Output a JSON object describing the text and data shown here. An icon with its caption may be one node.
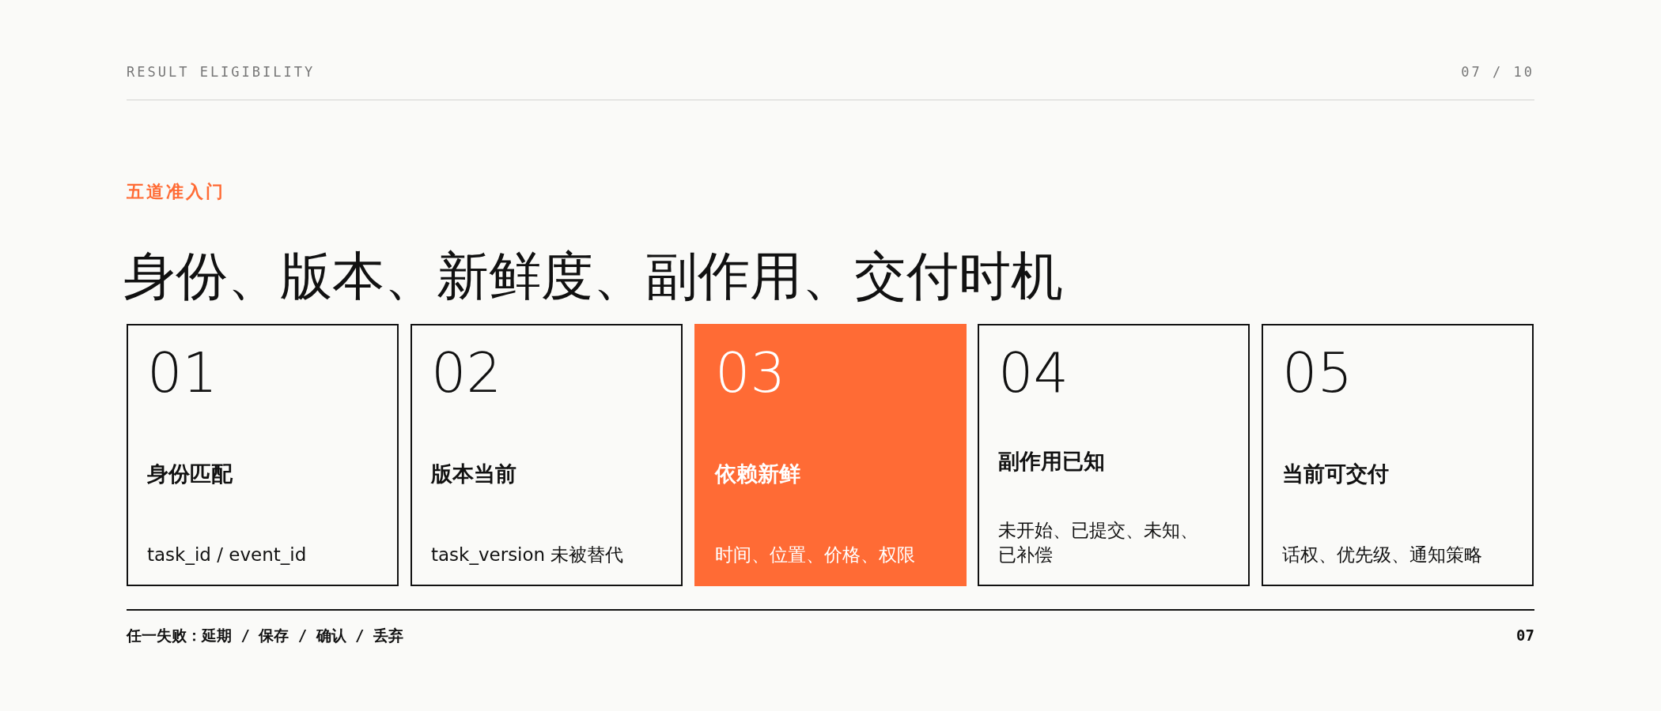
{
  "diagram": {
    "title": "身份、版本、新鲜度、副作用、交付时机",
    "nodes": [
      {
        "text": [
          "01",
          "身份匹配",
          "task_id / event_id"
        ]
      },
      {
        "text": [
          "02",
          "版本当前",
          "task_version 未被替代"
        ]
      },
      {
        "text": [
          "03",
          "依赖新鲜",
          "时间、位置、价格、权限"
        ]
      },
      {
        "text": [
          "04",
          "副作用已知",
          "未开始、已提交、未知、已补偿"
        ]
      },
      {
        "text": [
          "05",
          "当前可交付",
          "话权、优先级、通知策略"
        ]
      }
    ],
    "labels": [
      "RESULT ELIGIBILITY",
      "07 / 10",
      "五道准入门",
      "任一失败：延期 / 保存 / 确认 / 丢弃",
      "07"
    ]
  }
}
